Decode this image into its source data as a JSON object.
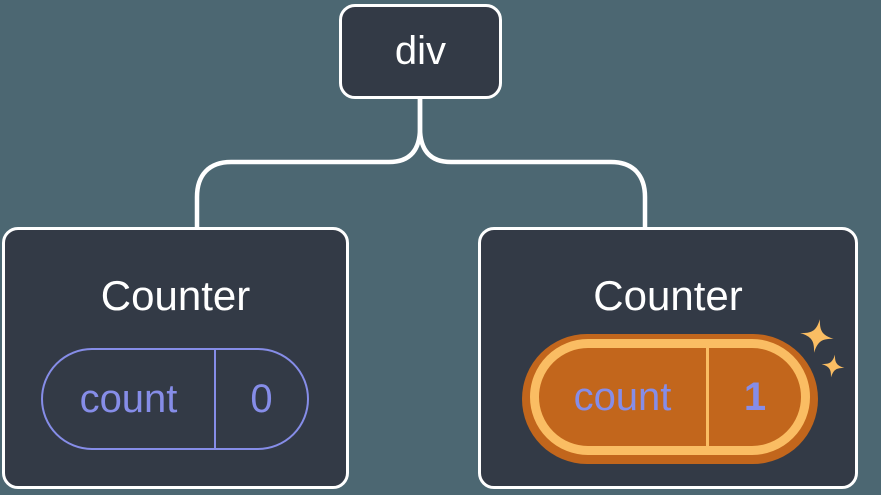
{
  "diagram": {
    "background_color": "#4C6772",
    "node_fill_color": "#333A46",
    "node_border_color": "#FFFFFF",
    "connector_color": "#FFFFFF",
    "state_accent_color": "#868DE8",
    "highlight_outer_color": "#C2661C",
    "highlight_inner_color": "#FABD63",
    "root": {
      "label": "div"
    },
    "children": [
      {
        "title": "Counter",
        "state_name": "count",
        "state_value": "0",
        "highlighted": false
      },
      {
        "title": "Counter",
        "state_name": "count",
        "state_value": "1",
        "highlighted": true
      }
    ],
    "icons": [
      "sparkles-icon"
    ]
  }
}
